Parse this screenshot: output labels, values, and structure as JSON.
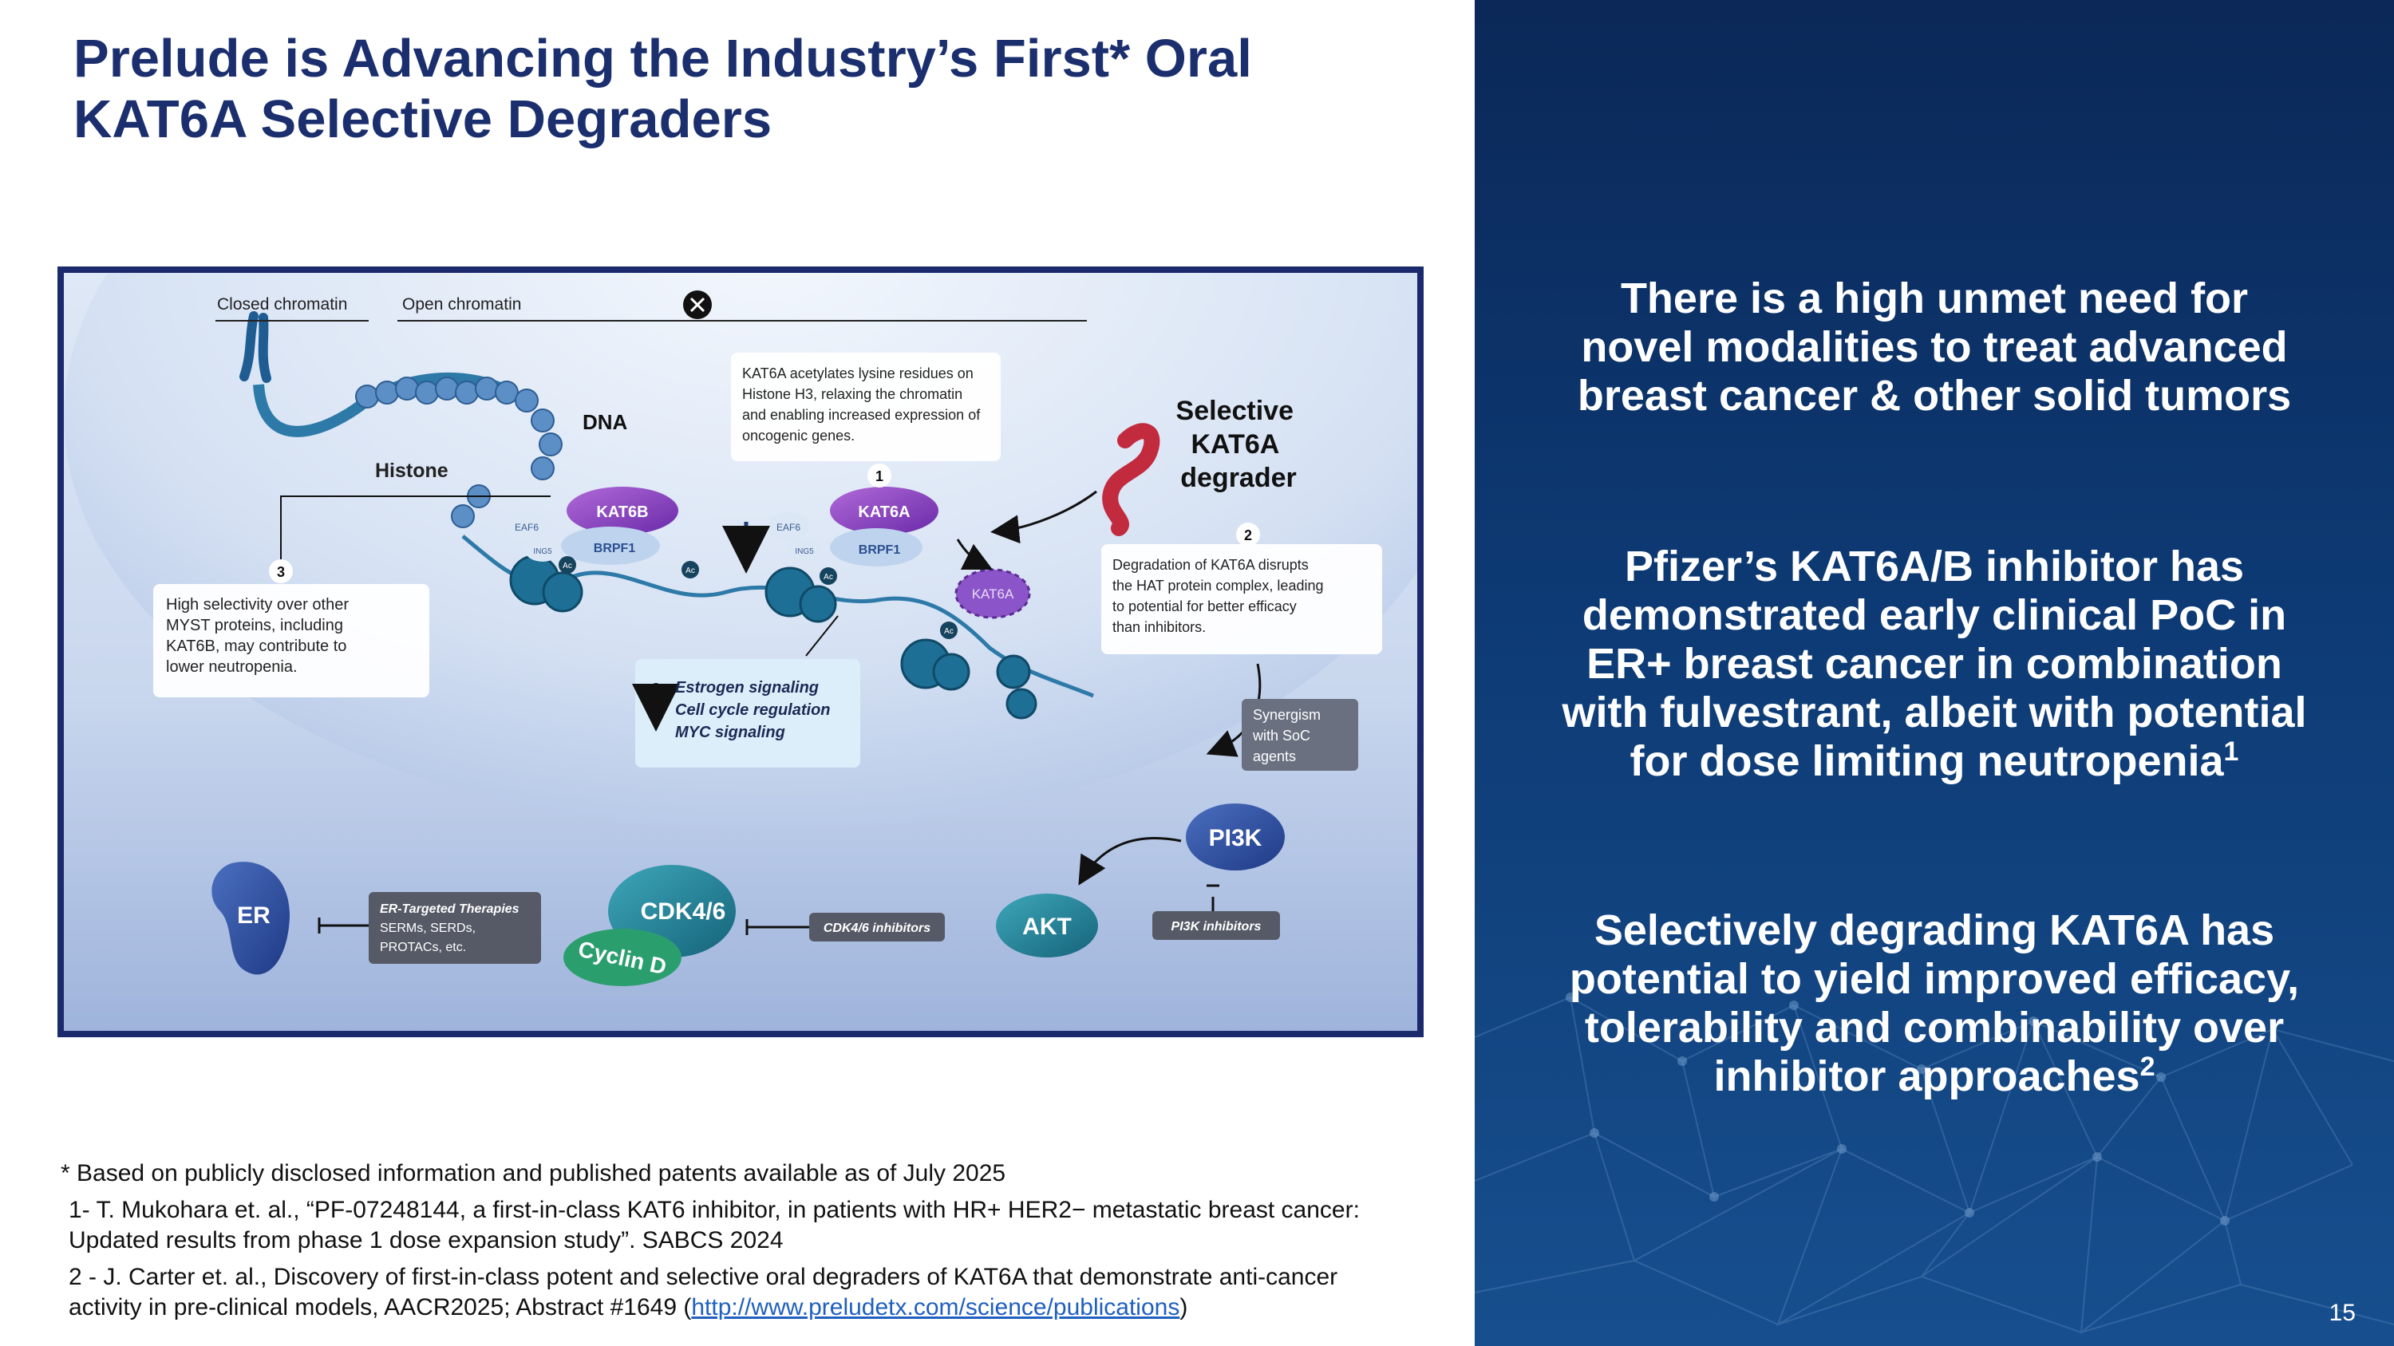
{
  "title": {
    "line1": "Prelude is Advancing the Industry’s First* Oral",
    "line2": "KAT6A Selective Degraders"
  },
  "figure": {
    "closed_chromatin": "Closed chromatin",
    "open_chromatin": "Open chromatin",
    "dna": "DNA",
    "histone": "Histone",
    "kat6b": "KAT6B",
    "kat6a": "KAT6A",
    "kat6a_degraded": "KAT6A",
    "eaf6": "EAF6",
    "ing5": "ING5",
    "brpf1": "BRPF1",
    "ac": "Ac",
    "step1": "1",
    "step2": "2",
    "step3": "3",
    "callout1": [
      "KAT6A acetylates lysine residues on",
      "Histone H3, relaxing the chromatin",
      "and enabling increased expression of",
      "oncogenic genes."
    ],
    "degrader_title": [
      "Selective",
      "KAT6A",
      "degrader"
    ],
    "callout2": [
      "Degradation of KAT6A disrupts",
      "the HAT protein complex, leading",
      "to potential for better efficacy",
      "than inhibitors."
    ],
    "callout3": [
      "High selectivity over other",
      "MYST proteins, including",
      "KAT6B, may contribute to",
      "lower neutropenia."
    ],
    "signaling": [
      "Estrogen signaling",
      "Cell cycle regulation",
      "MYC signaling"
    ],
    "synergism": [
      "Synergism",
      "with SoC",
      "agents"
    ],
    "pi3k": "PI3K",
    "akt": "AKT",
    "er": "ER",
    "cdk46": "CDK4/6",
    "cyclin_d": "Cyclin D",
    "er_therapies": [
      "ER-Targeted Therapies",
      "SERMs, SERDs,",
      "PROTACs, etc."
    ],
    "cdk_inhibitors": "CDK4/6 inhibitors",
    "pi3k_inhibitors": "PI3K inhibitors"
  },
  "claims": {
    "c1": [
      "There is a high unmet need for",
      "novel modalities to treat advanced",
      "breast cancer & other solid tumors"
    ],
    "c2": [
      "Pfizer’s KAT6A/B inhibitor has",
      "demonstrated early clinical PoC in",
      "ER+ breast cancer in combination",
      "with fulvestrant, albeit with potential",
      "for dose limiting neutropenia"
    ],
    "c2_sup": "1",
    "c3": [
      "Selectively degrading KAT6A has",
      "potential to yield improved efficacy,",
      "tolerability and combinability over",
      "inhibitor approaches"
    ],
    "c3_sup": "2"
  },
  "footnotes": {
    "asterisk": "* Based on publicly disclosed information and published patents available as of July 2025",
    "ref1": "1- T. Mukohara et. al., “PF-07248144, a first-in-class KAT6 inhibitor, in patients with HR+ HER2− metastatic breast cancer: Updated results from phase 1 dose expansion study”. SABCS 2024",
    "ref2_text": "2 - J. Carter et. al., Discovery of first-in-class potent and selective oral degraders of KAT6A that demonstrate anti-cancer activity in pre-clinical models, AACR2025; Abstract #1649 (",
    "ref2_link": "http://www.preludetx.com/science/publications",
    "ref2_end": ")"
  },
  "page_number": "15",
  "colors": {
    "title": "#1b2f6e",
    "panel": "#0d3a74",
    "kat6": "#8a3fc2",
    "nucleosome": "#1e6f95"
  }
}
